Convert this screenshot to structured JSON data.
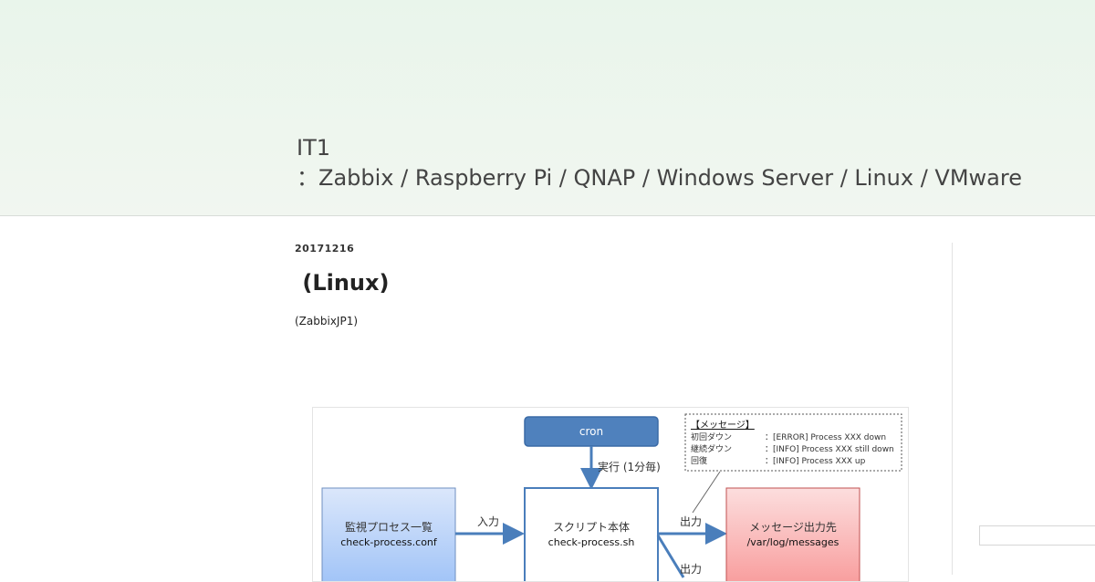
{
  "header": {
    "title": "IT1",
    "description": "：Zabbix / Raspberry Pi / QNAP / Windows Server / Linux / VMware"
  },
  "post": {
    "date": "20171216",
    "title": " (Linux)",
    "intro": "(ZabbixJP1)"
  },
  "diagram": {
    "cron_label": "cron",
    "exec_label": "実行 (1分毎)",
    "input_label": "入力",
    "output_label_1": "出力",
    "output_label_2": "出力",
    "process_list_title": "監視プロセス一覧",
    "process_list_file": "check-process.conf",
    "script_title": "スクリプト本体",
    "script_file": "check-process.sh",
    "message_dest_title": "メッセージ出力先",
    "message_dest_file": "/var/log/messages",
    "legend_title": "【メッセージ】",
    "legend_rows": [
      {
        "key": "初回ダウン",
        "value": "：[ERROR] Process XXX down"
      },
      {
        "key": "継続ダウン",
        "value": "：[INFO] Process XXX still down"
      },
      {
        "key": "回復",
        "value": "：[INFO] Process XXX up"
      }
    ],
    "colors": {
      "cron_fill": "#4f81bd",
      "arrow": "#4a7ebb",
      "blue_box_top": "#dbe7fb",
      "blue_box_bottom": "#9ec2f7",
      "red_box_top": "#fcdede",
      "red_box_bottom": "#f89a9a"
    }
  }
}
